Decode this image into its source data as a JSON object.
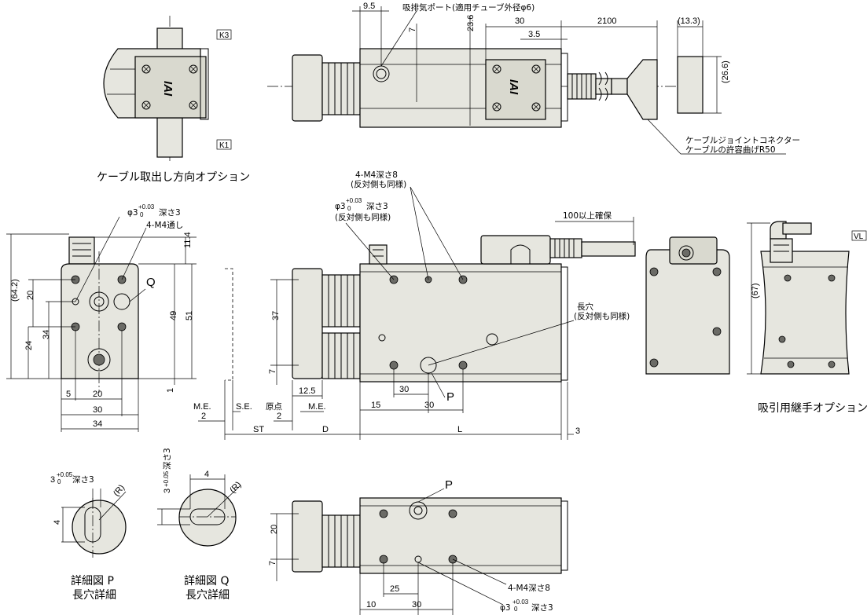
{
  "labels": {
    "k3": "K3",
    "k1": "K1",
    "vl": "VL",
    "cable_direction_option": "ケーブル取出し方向オプション",
    "suction_joint_option": "吸引用継手オプション",
    "suction_port": "吸排気ポート(適用チューブ外径φ6)",
    "cable_joint_connector": "ケーブルジョイントコネクター",
    "cable_bend_radius": "ケーブルの許容曲げR50",
    "m4_depth8": "4-M4深さ8",
    "opposite_same": "(反対側も同様)",
    "phi3_depth3_prefix": "φ3",
    "phi3_tol": "+0.03",
    "phi3_tol_zero": "0",
    "depth3": "深さ3",
    "m4_through": "4-M4通し",
    "long_hole": "長穴",
    "secure_100": "100以上確保",
    "origin": "原点",
    "me": "M.E.",
    "se": "S.E.",
    "st": "ST",
    "d": "D",
    "l": "L",
    "p": "P",
    "q": "Q",
    "detail_p": "詳細図 P",
    "detail_q": "詳細図 Q",
    "long_hole_detail": "長穴詳細",
    "tol_005": "+0.05",
    "three": "3",
    "r": "(R)",
    "logo": "IAI"
  },
  "dims": {
    "d9_5": "9.5",
    "d30": "30",
    "d3_5": "3.5",
    "d2100": "2100",
    "d13_3": "(13.3)",
    "d26_6": "(26.6)",
    "d7": "7",
    "d23_6": "23.6",
    "d64_2": "(64.2)",
    "d20": "20",
    "d24": "24",
    "d34": "34",
    "d49": "49",
    "d51": "51",
    "d11_4": "11.4",
    "d1": "1",
    "d5": "5",
    "d2": "2",
    "d37": "37",
    "d12_5": "12.5",
    "d15": "15",
    "d3": "3",
    "d67": "(67)",
    "d4": "4",
    "d25": "25",
    "d10": "10"
  }
}
